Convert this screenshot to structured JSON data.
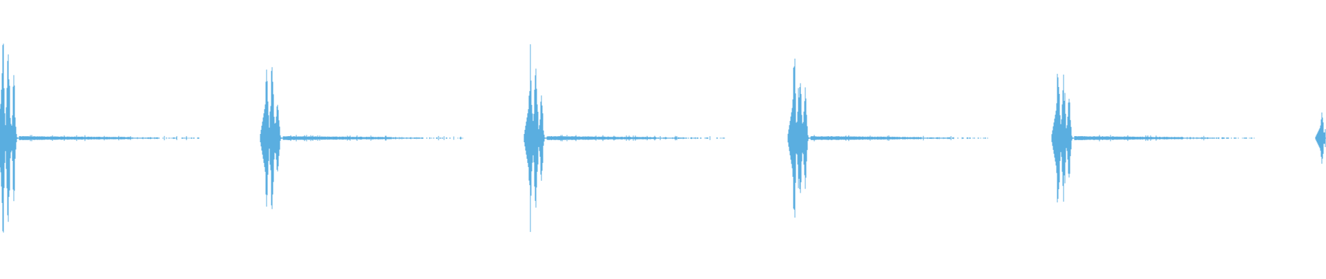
{
  "waveform": {
    "color": "#5aaee0",
    "background": "#ffffff",
    "pulse_count": 6,
    "pulse_period_fraction": 0.2,
    "peak_amplitude": [
      0.85,
      0.72,
      0.72,
      0.75,
      0.68,
      0.25
    ],
    "tail_decay_fraction": 0.15
  }
}
